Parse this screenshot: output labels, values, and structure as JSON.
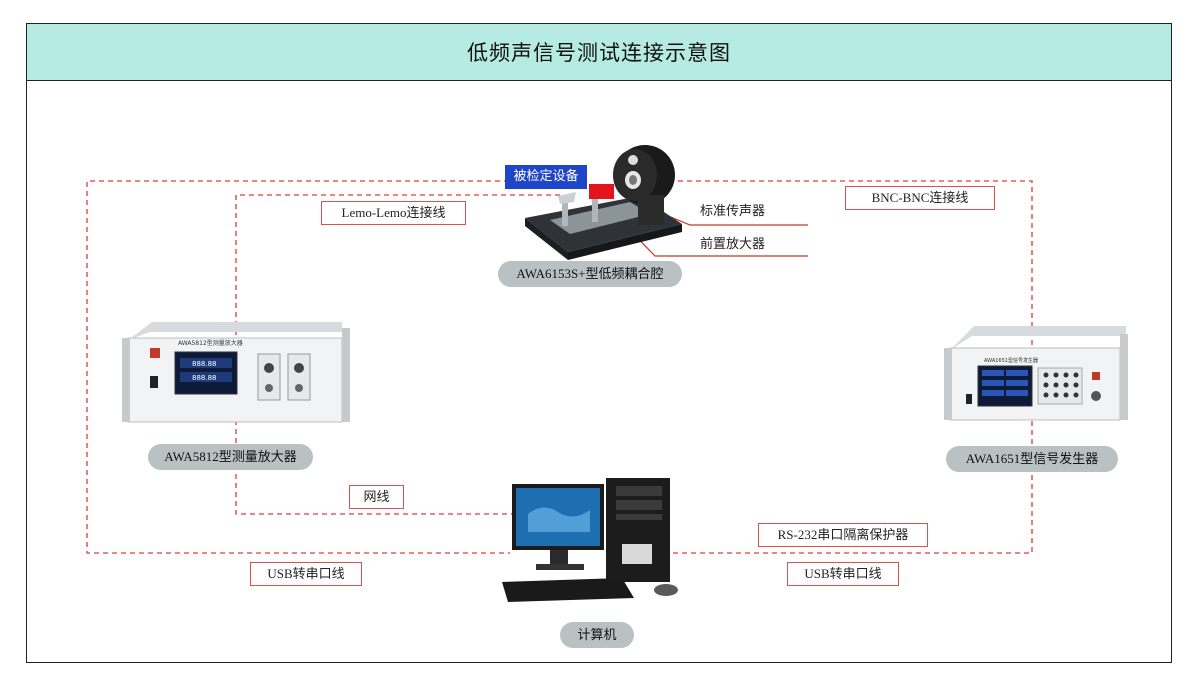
{
  "title": "低频声信号测试连接示意图",
  "colors": {
    "title_bg": "#b5ebe3",
    "wire": "#e03a3a",
    "label_border": "#d9534f",
    "tag_bg": "#1f45c8",
    "pill_bg": "#b9c1c3"
  },
  "devices": {
    "coupler": {
      "label": "AWA6153S+型低频耦合腔",
      "tag": "被检定设备",
      "callout_mic": "标准传声器",
      "callout_preamp": "前置放大器"
    },
    "amplifier": {
      "label": "AWA5812型测量放大器",
      "panel_title": "AWA5812型测量放大器",
      "reading_1": "888.88",
      "reading_2": "888.88"
    },
    "generator": {
      "label": "AWA1651型信号发生器",
      "panel_title": "AWA1651型信号发生器"
    },
    "computer": {
      "label": "计算机"
    }
  },
  "cables": {
    "lemo": "Lemo-Lemo连接线",
    "bnc": "BNC-BNC连接线",
    "net": "网线",
    "rs232": "RS-232串口隔离保护器",
    "usb_left": "USB转串口线",
    "usb_right": "USB转串口线"
  }
}
